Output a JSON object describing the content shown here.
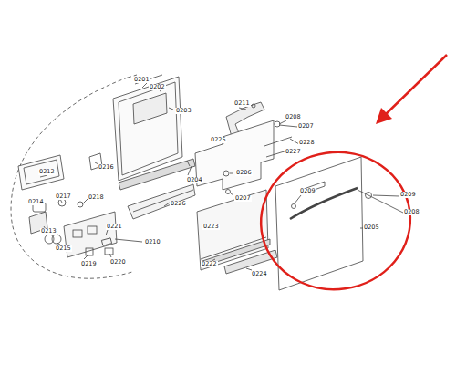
{
  "diagram": {
    "labels": [
      "0201",
      "0202",
      "0203",
      "0204",
      "0216",
      "0226",
      "0212",
      "0217",
      "0214",
      "0218",
      "0213",
      "0215",
      "0221",
      "0210",
      "0219",
      "0220",
      "0211",
      "0225",
      "0208",
      "0207",
      "0228",
      "0227",
      "0206",
      "0207",
      "0223",
      "0222",
      "0224",
      "0209",
      "0209",
      "0208",
      "0205"
    ]
  }
}
